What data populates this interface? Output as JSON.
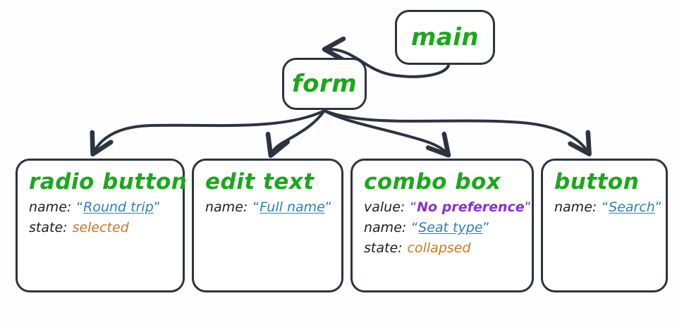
{
  "diagram": {
    "title": "accessibility-tree-form-nodes",
    "colors": {
      "node_stroke": "#2b3440",
      "node_fill": "#ffffff",
      "title_green": "#1aa81a",
      "key_dark": "#1c1c1c",
      "value_blue": "#2a7fb8",
      "value_purple": "#8b2fd4",
      "state_orange": "#cc7722",
      "background": "#fefefe"
    },
    "top_nodes": [
      {
        "id": "main",
        "label": "main"
      },
      {
        "id": "form",
        "label": "form"
      }
    ],
    "children": [
      {
        "id": "radio-button",
        "title": "radio button",
        "props": [
          {
            "key": "name:",
            "value": "Round trip",
            "style": "quoted-blue"
          },
          {
            "key": "state:",
            "value": "selected",
            "style": "orange"
          }
        ]
      },
      {
        "id": "edit-text",
        "title": "edit text",
        "props": [
          {
            "key": "name:",
            "value": "Full name",
            "style": "quoted-blue"
          }
        ]
      },
      {
        "id": "combo-box",
        "title": "combo box",
        "props": [
          {
            "key": "value:",
            "value": "No preference",
            "style": "quoted-purple"
          },
          {
            "key": "name:",
            "value": "Seat type",
            "style": "quoted-blue"
          },
          {
            "key": "state:",
            "value": "collapsed",
            "style": "orange"
          }
        ]
      },
      {
        "id": "button",
        "title": "button",
        "props": [
          {
            "key": "name:",
            "value": "Search",
            "style": "quoted-blue"
          }
        ]
      }
    ],
    "edges": [
      {
        "from": "main",
        "to": "form",
        "arrow": "main-to-form-arrow"
      },
      {
        "from": "form",
        "to": "radio-button",
        "arrow": "form-to-radio-button-arrow"
      },
      {
        "from": "form",
        "to": "edit-text",
        "arrow": "form-to-edit-text-arrow"
      },
      {
        "from": "form",
        "to": "combo-box",
        "arrow": "form-to-combo-box-arrow"
      },
      {
        "from": "form",
        "to": "button",
        "arrow": "form-to-button-arrow"
      }
    ],
    "quotes": {
      "open": "“",
      "close": "”"
    }
  }
}
